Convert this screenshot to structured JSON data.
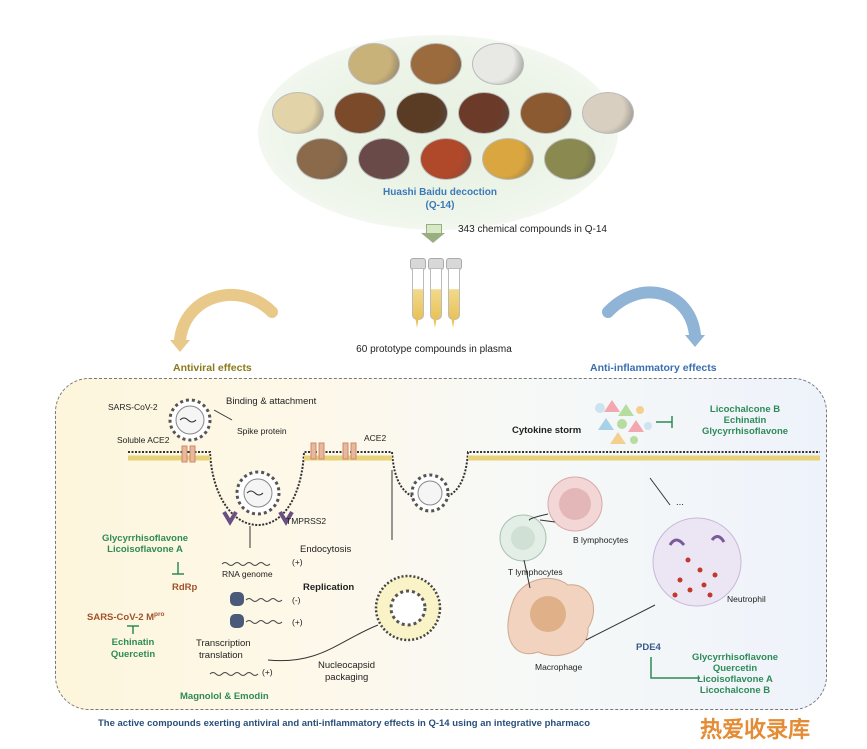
{
  "header": {
    "decoction_name": "Huashi Baidu decoction",
    "decoction_code": "(Q-14)",
    "compounds_total": "343 chemical compounds in Q-14",
    "compounds_plasma": "60 prototype compounds in plasma"
  },
  "herb_colors": [
    "#c9b27a",
    "#9b6b3e",
    "#e8e8e4",
    "#e3d3a8",
    "#7a4a2a",
    "#5a3b24",
    "#6b3a28",
    "#8c5a30",
    "#d8cfc0",
    "#8a6a4a",
    "#6a4a48",
    "#b0482a",
    "#d9a640",
    "#8a8a50"
  ],
  "sections": {
    "antiviral_title": "Antiviral effects",
    "antiinflammatory_title": "Anti-inflammatory effects"
  },
  "antiviral": {
    "sars_label": "SARS-CoV-2",
    "binding_label": "Binding & attachment",
    "spike_label": "Spike protein",
    "soluble_ace2_label": "Soluble ACE2",
    "ace2_label": "ACE2",
    "tmprss2_label": "TMPRSS2",
    "endocytosis_label": "Endocytosis",
    "rna_genome_label": "RNA genome",
    "plus_1": "(+)",
    "replication_label": "Replication",
    "minus_label": "(-)",
    "plus_2": "(+)",
    "transcription_label": "Transcription",
    "translation_label": "translation",
    "plus_3": "(+)",
    "nucleocapsid_label": "Nucleocapsid",
    "packaging_label": "packaging",
    "rdrp_inhibitor_1": "Glycyrrhisoflavone",
    "rdrp_inhibitor_2": "Licoisoflavone A",
    "rdrp_label": "RdRp",
    "mpro_label_main": "SARS-CoV-2 M",
    "mpro_label_sup": "pro",
    "mpro_inhibitor_1": "Echinatin",
    "mpro_inhibitor_2": "Quercetin",
    "binding_inhibitors": "Magnolol & Emodin"
  },
  "antiinflammatory": {
    "cytokine_label": "Cytokine storm",
    "cytokine_inhibitor_1": "Licochalcone B",
    "cytokine_inhibitor_2": "Echinatin",
    "cytokine_inhibitor_3": "Glycyrrhisoflavone",
    "b_cell_label": "B lymphocytes",
    "t_cell_label": "T lymphocytes",
    "macrophage_label": "Macrophage",
    "neutrophil_label": "Neutrophil",
    "ellipsis": "...",
    "pde4_label": "PDE4",
    "pde4_inhibitor_1": "Glycyrrhisoflavone",
    "pde4_inhibitor_2": "Quercetin",
    "pde4_inhibitor_3": "Licoisoflavone A",
    "pde4_inhibitor_4": "Licochalcone B"
  },
  "caption": "The active compounds exerting antiviral and anti-inflammatory effects in Q-14 using an integrative pharmaco",
  "watermark": "热爱收录库"
}
